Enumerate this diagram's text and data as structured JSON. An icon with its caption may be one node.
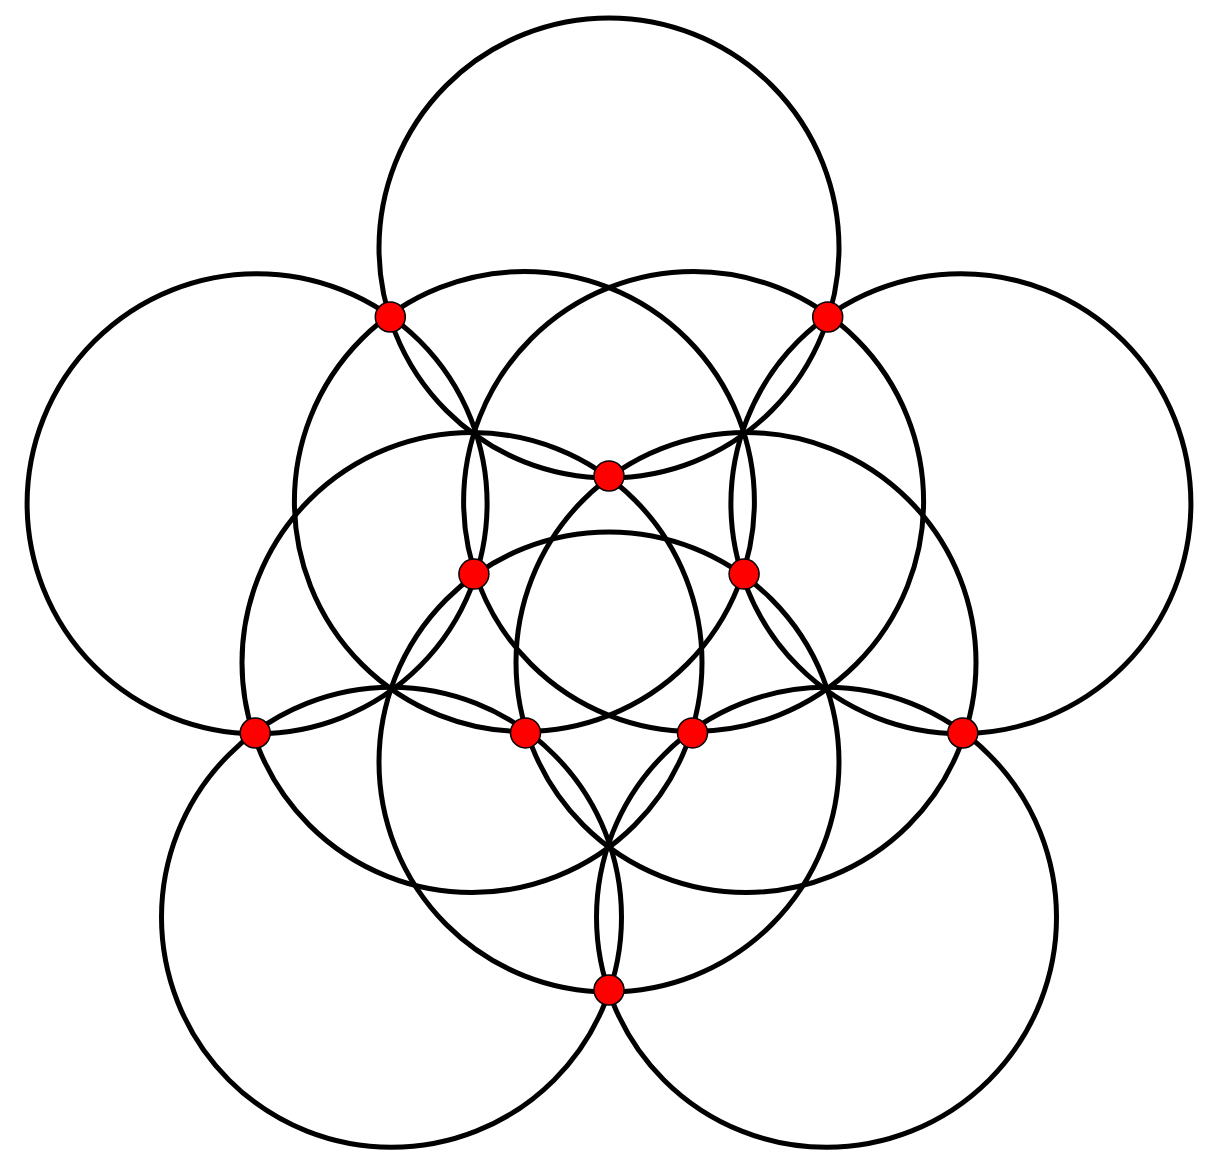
{
  "diagram": {
    "nodes": [
      {
        "text": [],
        "shape": "circle"
      },
      {
        "text": [],
        "shape": "circle"
      },
      {
        "text": [],
        "shape": "circle"
      },
      {
        "text": [],
        "shape": "circle"
      },
      {
        "text": [],
        "shape": "circle"
      },
      {
        "text": [],
        "shape": "circle"
      },
      {
        "text": [],
        "shape": "circle"
      },
      {
        "text": [],
        "shape": "circle"
      },
      {
        "text": [],
        "shape": "circle"
      },
      {
        "text": [],
        "shape": "circle"
      },
      {
        "text": [],
        "shape": "dot"
      },
      {
        "text": [],
        "shape": "dot"
      },
      {
        "text": [],
        "shape": "dot"
      },
      {
        "text": [],
        "shape": "dot"
      },
      {
        "text": [],
        "shape": "dot"
      },
      {
        "text": [],
        "shape": "dot"
      },
      {
        "text": [],
        "shape": "dot"
      },
      {
        "text": [],
        "shape": "dot"
      },
      {
        "text": [],
        "shape": "dot"
      },
      {
        "text": [],
        "shape": "dot"
      }
    ]
  }
}
